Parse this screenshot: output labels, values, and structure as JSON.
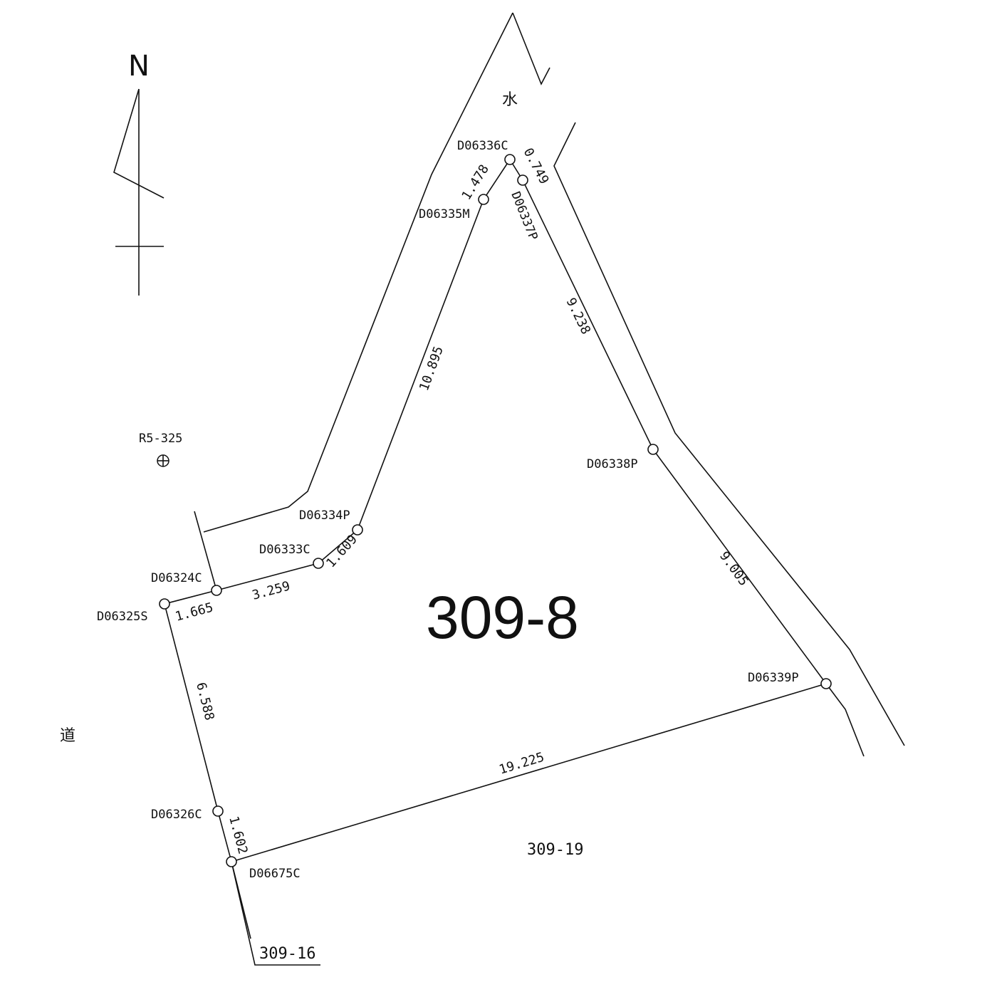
{
  "parcel": {
    "main": "309-8",
    "south": "309-19",
    "southwest": "309-16"
  },
  "neighbors": {
    "water": "水",
    "road": "道"
  },
  "north_label": "N",
  "benchmark": {
    "label": "R5-325"
  },
  "points": [
    "D06336C",
    "D06335M",
    "D06337P",
    "D06338P",
    "D06339P",
    "D06675C",
    "D06326C",
    "D06325S",
    "D06324C",
    "D06333C",
    "D06334P"
  ],
  "distances": {
    "d1": "1.478",
    "d2": "0.749",
    "d3": "9.238",
    "d4": "9.005",
    "d5": "19.225",
    "d6": "1.602",
    "d7": "6.588",
    "d8": "1.665",
    "d9": "3.259",
    "d10": "1.609",
    "d11": "10.895"
  }
}
